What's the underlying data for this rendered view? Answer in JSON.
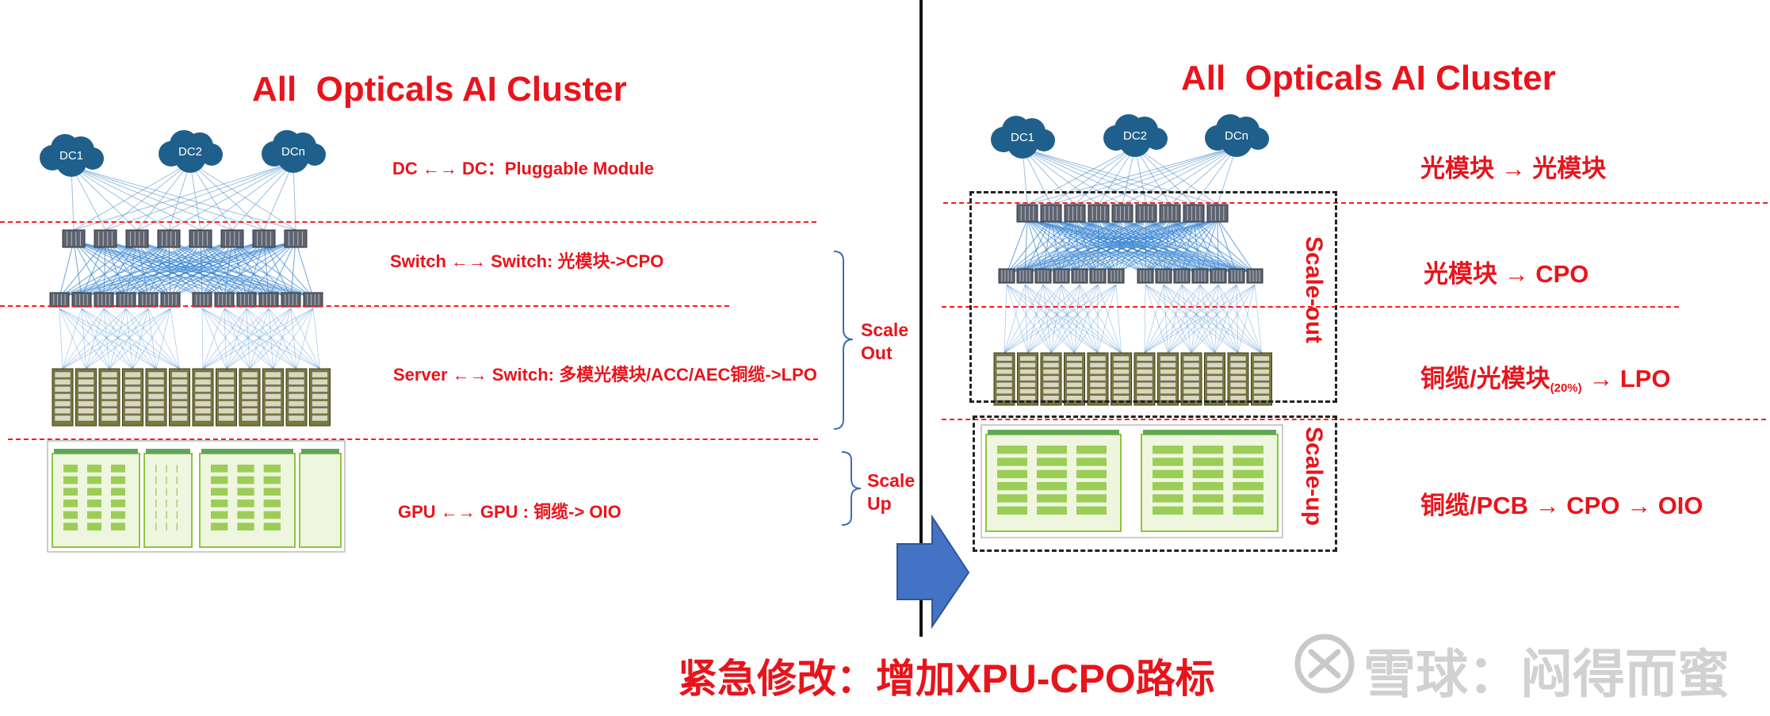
{
  "left": {
    "title": "All  Opticals AI Cluster",
    "clouds": [
      "DC1",
      "DC2",
      "DCn"
    ],
    "labels": {
      "dc": "DC ←→ DC：Pluggable Module",
      "switch": "Switch ←→ Switch:  光模块->CPO",
      "server": "Server ←→ Switch: 多模光模块/ACC/AEC铜缆->LPO",
      "gpu": "GPU ←→ GPU :  铜缆-> OIO"
    },
    "scale_out": [
      "Scale",
      "Out"
    ],
    "scale_up": [
      "Scale",
      "Up"
    ]
  },
  "right": {
    "title": "All  Opticals AI Cluster",
    "clouds": [
      "DC1",
      "DC2",
      "DCn"
    ],
    "labels": {
      "dc": "光模块 → 光模块",
      "switch": "光模块 → CPO",
      "server_main": "铜缆/光模块",
      "server_note": "(20%)",
      "server_tail": " → LPO",
      "gpu": "铜缆/PCB → CPO → OIO"
    },
    "scale_out": "Scale-out",
    "scale_up": "Scale-up"
  },
  "bottom_note": "紧急修改：增加XPU-CPO路标",
  "watermark": "雪球：闷得而蜜",
  "colors": {
    "accent_red": "#e8141c",
    "arrow_blue": "#4472c4",
    "cloud_blue": "#1f5f8b",
    "gpu_green": "#8dc63f",
    "server_olive": "#7a7a3a"
  }
}
